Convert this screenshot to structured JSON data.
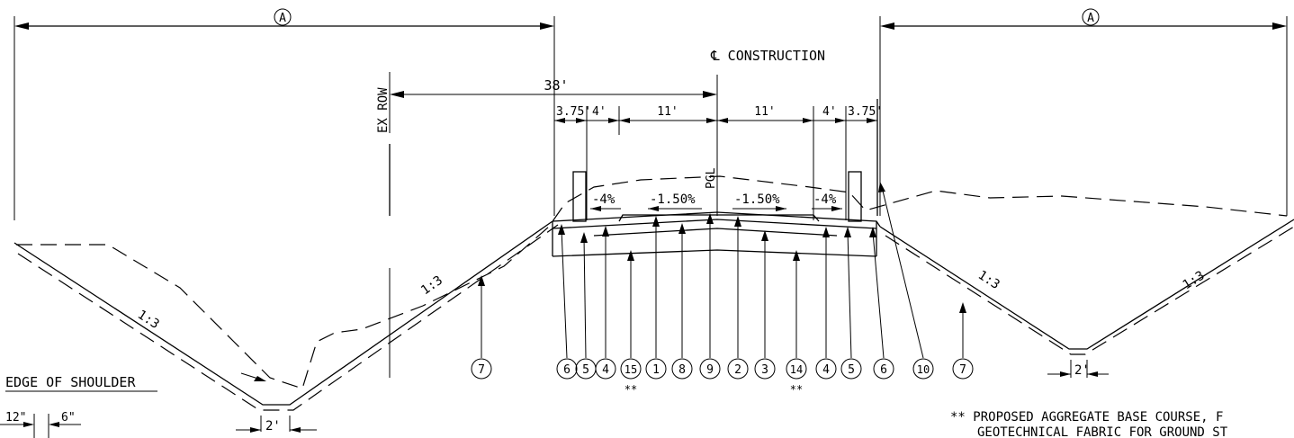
{
  "dimensions": {
    "a_left": "A",
    "a_right": "A",
    "half_width": "38'",
    "shoulder_left": "3.75'",
    "paved_shoulder_left": "4'",
    "lane_left": "11'",
    "lane_right": "11'",
    "paved_shoulder_right": "4'",
    "shoulder_right": "3.75'",
    "ditch_bottom_left": "2'",
    "ditch_bottom_right": "2'",
    "dim_12in": "12\"",
    "dim_6in": "6\""
  },
  "labels": {
    "centerline": "℄ CONSTRUCTION",
    "ex_row": "EX ROW",
    "pgl": "PGL",
    "edge_of_shoulder": "EDGE OF SHOULDER",
    "note_line1": "** PROPOSED AGGREGATE BASE COURSE, F",
    "note_line2": "GEOTECHNICAL FABRIC FOR GROUND ST"
  },
  "slopes": {
    "shoulder_left": "-4%",
    "lane_left": "-1.50%",
    "lane_right": "-1.50%",
    "shoulder_right": "-4%",
    "left_foreslope": "1:3",
    "left_backslope": "1:3",
    "right_foreslope": "1:3",
    "right_backslope": "1:3"
  },
  "callouts": [
    {
      "number": "7",
      "mark": ""
    },
    {
      "number": "6",
      "mark": ""
    },
    {
      "number": "5",
      "mark": ""
    },
    {
      "number": "4",
      "mark": ""
    },
    {
      "number": "15",
      "mark": "**"
    },
    {
      "number": "1",
      "mark": ""
    },
    {
      "number": "8",
      "mark": ""
    },
    {
      "number": "9",
      "mark": ""
    },
    {
      "number": "2",
      "mark": ""
    },
    {
      "number": "3",
      "mark": ""
    },
    {
      "number": "14",
      "mark": "**"
    },
    {
      "number": "4",
      "mark": ""
    },
    {
      "number": "5",
      "mark": ""
    },
    {
      "number": "6",
      "mark": ""
    },
    {
      "number": "10",
      "mark": ""
    },
    {
      "number": "7",
      "mark": ""
    }
  ]
}
